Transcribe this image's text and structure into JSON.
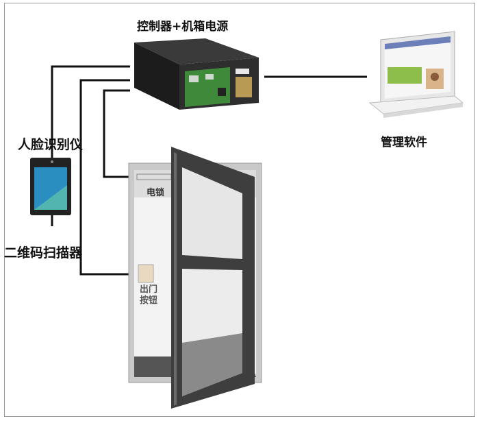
{
  "labels": {
    "controller": "控制器+机箱电源",
    "software": "管理软件",
    "face_device": "人脸识别仪",
    "qr_scanner": "二维码扫描器",
    "electric_lock": "电锁",
    "exit_button": "出门按钮"
  },
  "colors": {
    "wire": "#111111",
    "controller_box": "#2e2e2e",
    "circuit_board": "#3f8a3a",
    "door_frame": "#cfcfcf",
    "door_panel": "#4a4a4a",
    "face_screen": "#2a8fc0"
  }
}
